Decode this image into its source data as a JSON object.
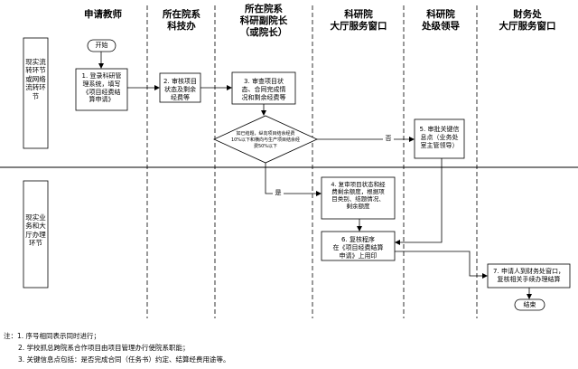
{
  "columns": [
    "申请教师",
    "所在院系\n科技办",
    "所在院系\n科研副院长\n（或院长）",
    "科研院\n大厅服务窗口",
    "科研院\n处级领导",
    "财务处\n大厅服务窗口"
  ],
  "lanes": {
    "online": "现实流\n转环节\n或网络\n流转环\n节",
    "offline": "现实业\n务和大\n厅办理\n环节"
  },
  "nodes": {
    "start": "开始",
    "step1": "1. 登录科研管\n理系统，填写\n《项目经费结\n算申请》",
    "step2": "2. 审核项目\n状态及剩余\n经费等",
    "step3": "3. 审查项目状\n态、合同完成情\n况和剩余经费等",
    "decision": "如已结题，纵向项目结余经费\n10%以下和横向与生产项目结余经\n费50%以下",
    "step5": "5. 审批关键信\n息点（业务处\n室主管领导）",
    "step4": "4. 复审项目状态和经\n费剩余额度，根据项\n目类别、结题情况、\n剩余额度",
    "step6": "6. 复核程序\n在《项目经费结算\n申请》上用印",
    "step7": "7. 申请人到财务处窗口，\n复核相关手续办理结算",
    "end": "结束"
  },
  "labels": {
    "no": "否",
    "yes": "是"
  },
  "notes": [
    "注：1. 序号相同表示同时进行；",
    "2. 学校抓总跨院系合作项目由项目管理办行使院系职能；",
    "3. 关键信息点包括：是否完成合同（任务书）约定、结算经费用途等。"
  ]
}
